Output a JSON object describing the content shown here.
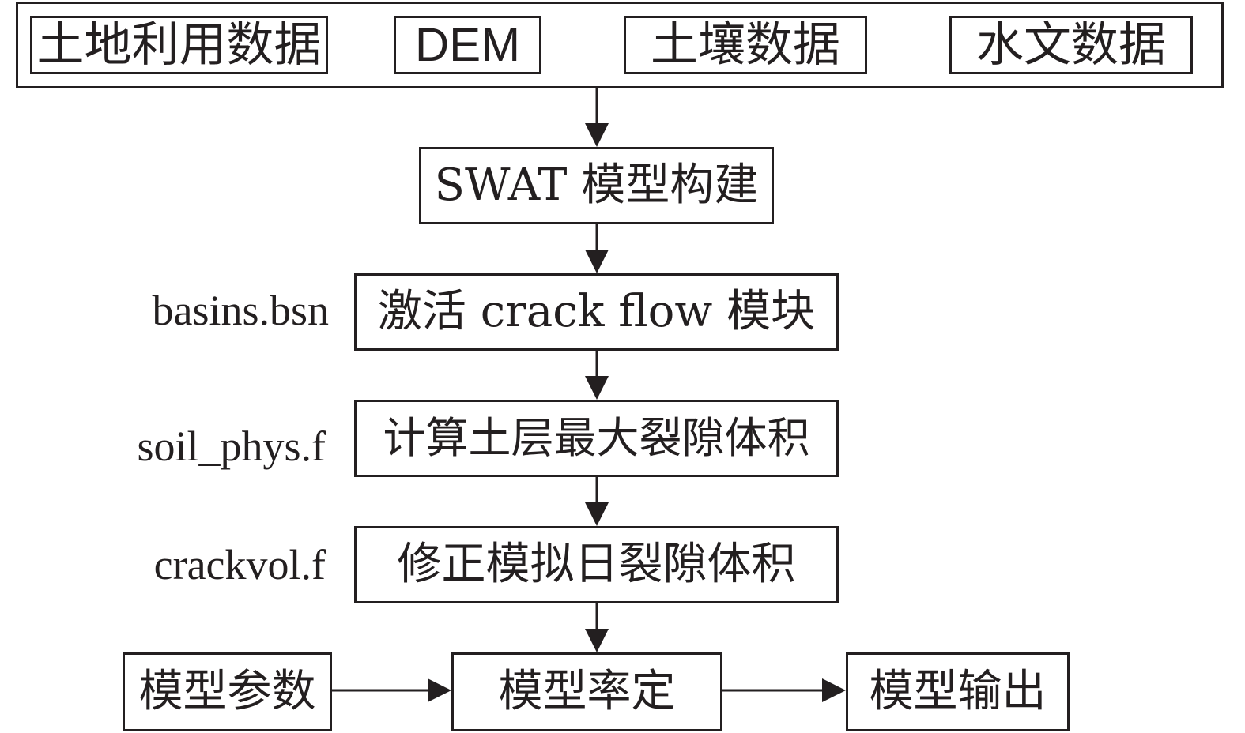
{
  "diagram": {
    "inputs": {
      "land_use": "土地利用数据",
      "dem": "DEM",
      "soil": "土壤数据",
      "hydrology": "水文数据"
    },
    "steps": {
      "swat_build": "SWAT 模型构建",
      "activate_crack": "激活 crack flow 模块",
      "max_crack_volume": "计算土层最大裂隙体积",
      "daily_crack_volume": "修正模拟日裂隙体积",
      "calibration": "模型率定"
    },
    "side_inputs": {
      "model_params": "模型参数"
    },
    "outputs": {
      "model_output": "模型输出"
    },
    "file_labels": {
      "basins": "basins.bsn",
      "soil_phys": "soil_phys.f",
      "crackvol": "crackvol.f"
    },
    "colors": {
      "stroke": "#231f20",
      "background": "#ffffff"
    }
  }
}
